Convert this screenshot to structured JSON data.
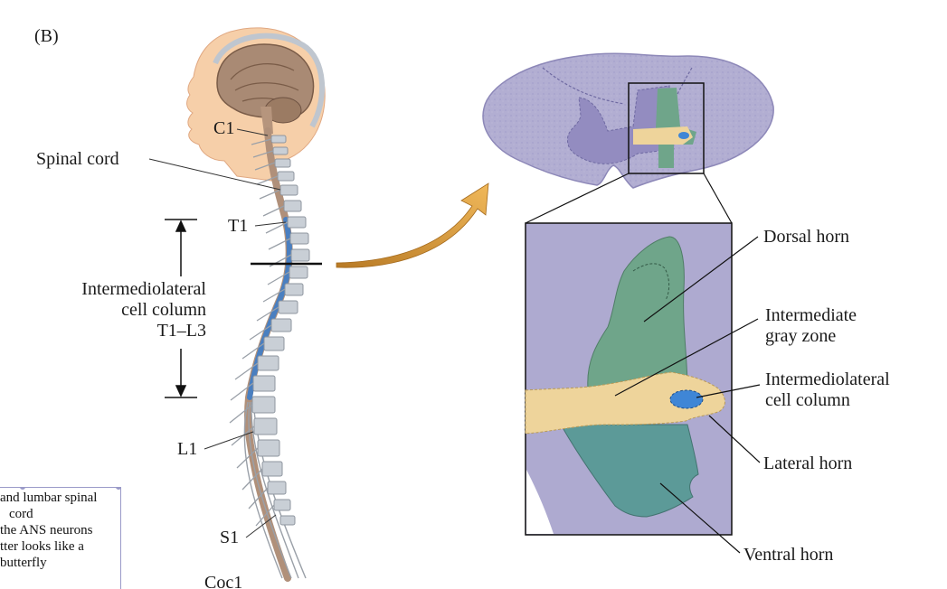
{
  "panel_label": "(B)",
  "spine_labels": {
    "c1": "C1",
    "t1": "T1",
    "l1": "L1",
    "s1": "S1",
    "coc1": "Coc1",
    "spinal_cord": "Spinal cord"
  },
  "iml_range_label": {
    "line1": "Intermediolateral",
    "line2": "cell column",
    "line3": "T1–L3"
  },
  "section_labels": {
    "dorsal_horn": "Dorsal horn",
    "intermediate_line1": "Intermediate",
    "intermediate_line2": "gray zone",
    "iml_line1": "Intermediolateral",
    "iml_line2": "cell column",
    "lateral_horn": "Lateral horn",
    "ventral_horn": "Ventral horn"
  },
  "note_box": {
    "lines": [
      "and lumbar spinal",
      "cord",
      "the ANS neurons",
      "tter looks like a",
      "butterfly"
    ]
  },
  "colors": {
    "skin": "#f6cfa9",
    "brain": "#a98a74",
    "cord_column": "#4a7fc0",
    "vertebra": "#c9cfd6",
    "section_purple": "#aeaad0",
    "dorsal_green": "#6fa58a",
    "ventral_teal": "#5c9a98",
    "intermediate_yellow": "#eed49b",
    "iml_blue": "#3f86d6",
    "arrow_orange": "#d99a3c"
  }
}
